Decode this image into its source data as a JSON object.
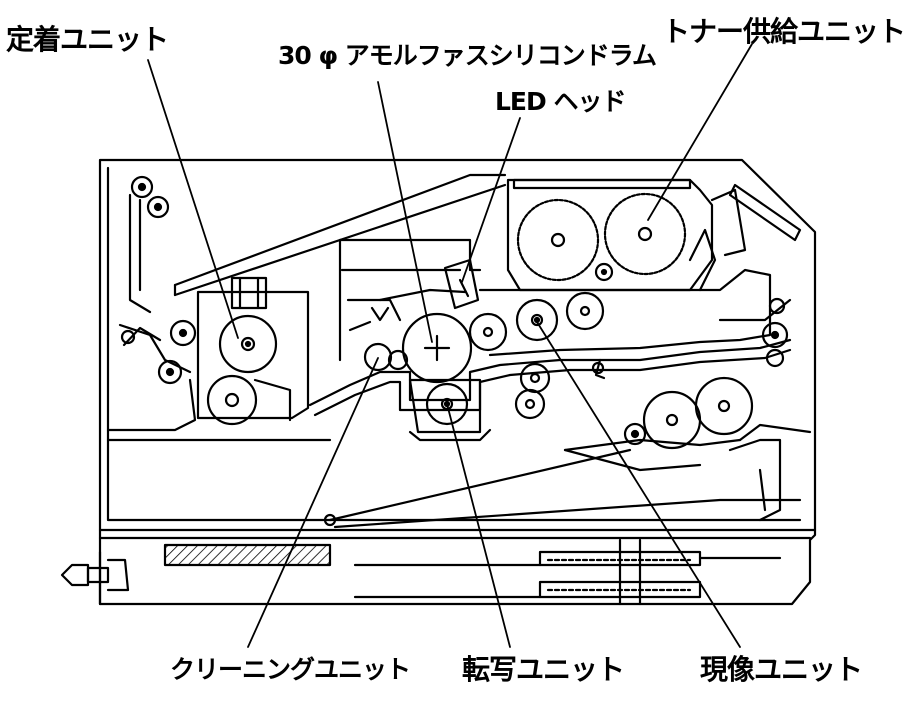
{
  "labels": {
    "fuser": "定着ユニット",
    "drum": "30 φ アモルファスシリコンドラム",
    "led_head": "LED ヘッド",
    "toner_supply": "トナー供給ユニット",
    "cleaning": "クリーニングユニット",
    "transfer": "転写ユニット",
    "developer": "現像ユニット"
  },
  "colors": {
    "line": "#000000",
    "background": "#ffffff"
  }
}
